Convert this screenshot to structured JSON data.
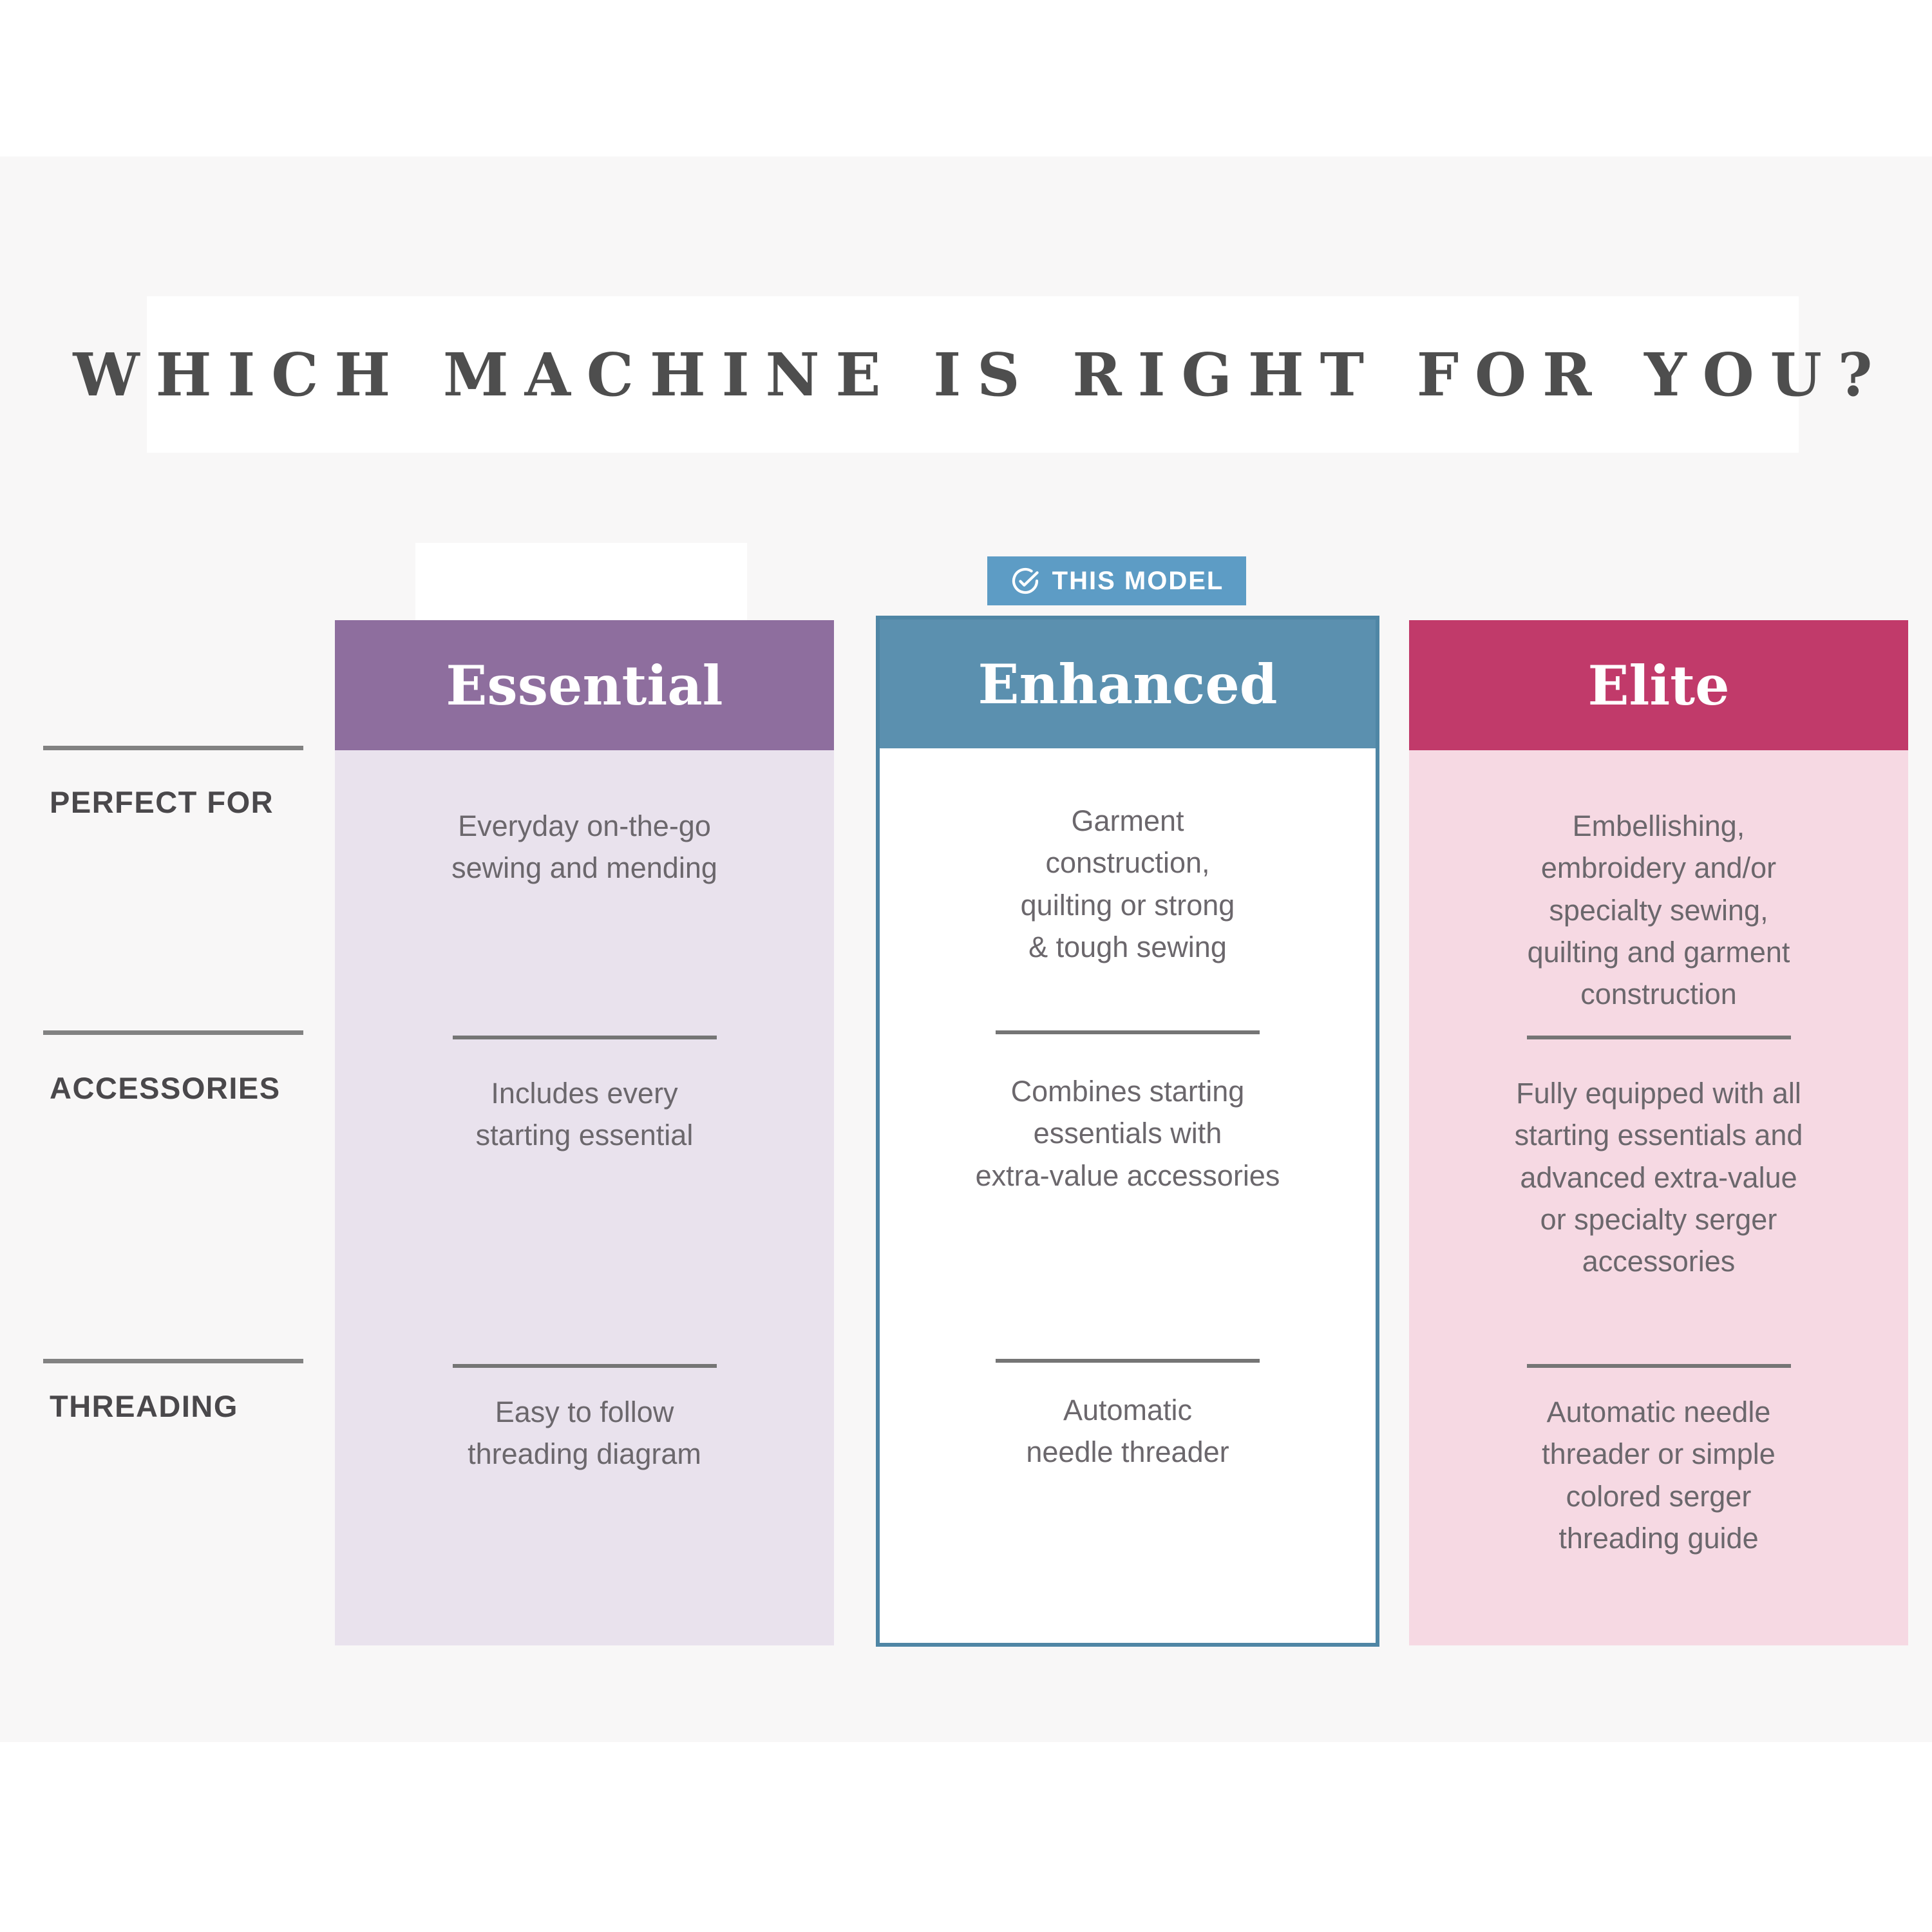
{
  "title": {
    "text": "WHICH MACHINE IS RIGHT FOR YOU?",
    "color": "#4e4e4e",
    "band_background": "#ffffff"
  },
  "page": {
    "background": "#ffffff",
    "band_background": "#f8f7f7"
  },
  "badge": {
    "label": "THIS MODEL",
    "background": "#5d9cc5",
    "text_color": "#ffffff",
    "icon": "check-circle-icon",
    "points_to": "Enhanced"
  },
  "row_labels": [
    {
      "label": "PERFECT FOR"
    },
    {
      "label": "ACCESSORIES"
    },
    {
      "label": "THREADING"
    }
  ],
  "columns": [
    {
      "name": "Essential",
      "highlighted": false,
      "header_background": "#8e6e9e",
      "body_background": "#e9e2ed",
      "perfect_for": "Everyday on-the-go\nsewing and mending",
      "accessories": "Includes every\nstarting essential",
      "threading": "Easy to follow\nthreading diagram"
    },
    {
      "name": "Enhanced",
      "highlighted": true,
      "header_background": "#5b90af",
      "body_background": "#ffffff",
      "border_color": "#4f86a5",
      "perfect_for": "Garment\nconstruction,\nquilting or strong\n& tough sewing",
      "accessories": "Combines starting\nessentials with\nextra-value accessories",
      "threading": "Automatic\nneedle threader"
    },
    {
      "name": "Elite",
      "highlighted": false,
      "header_background": "#c13a6a",
      "body_background": "#f6d9e3",
      "perfect_for": "Embellishing,\nembroidery and/or\nspecialty sewing,\nquilting and garment\nconstruction",
      "accessories": "Fully equipped with all\nstarting essentials and\nadvanced extra-value\nor specialty serger\naccessories",
      "threading": "Automatic needle\nthreader or simple\ncolored serger\nthreading guide"
    }
  ],
  "styles": {
    "cell_text_color": "#6b676c",
    "row_label_color": "#4a484b",
    "divider_color": "#757575"
  },
  "chart_data": {
    "type": "table",
    "title": "WHICH MACHINE IS RIGHT FOR YOU?",
    "columns": [
      "Essential",
      "Enhanced",
      "Elite"
    ],
    "rows": [
      "PERFECT FOR",
      "ACCESSORIES",
      "THREADING"
    ],
    "cells": [
      [
        "Everyday on-the-go sewing and mending",
        "Garment construction, quilting or strong & tough sewing",
        "Embellishing, embroidery and/or specialty sewing, quilting and garment construction"
      ],
      [
        "Includes every starting essential",
        "Combines starting essentials with extra-value accessories",
        "Fully equipped with all starting essentials and advanced extra-value or specialty serger accessories"
      ],
      [
        "Easy to follow threading diagram",
        "Automatic needle threader",
        "Automatic needle threader or simple colored serger threading guide"
      ]
    ],
    "annotations": [
      "THIS MODEL badge marks the Enhanced column"
    ],
    "legend_position": "none",
    "grid": false
  }
}
